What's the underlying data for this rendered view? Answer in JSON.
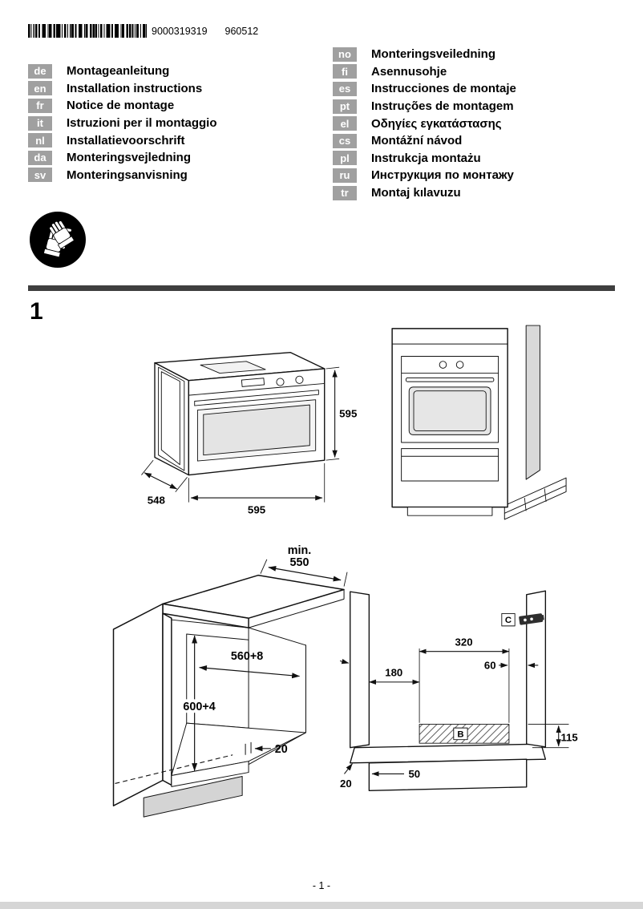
{
  "header": {
    "barcode_number": "9000319319",
    "print_code": "960512"
  },
  "languages": {
    "left": [
      {
        "code": "de",
        "label": "Montageanleitung"
      },
      {
        "code": "en",
        "label": "Installation instructions"
      },
      {
        "code": "fr",
        "label": "Notice de montage"
      },
      {
        "code": "it",
        "label": "Istruzioni per il montaggio"
      },
      {
        "code": "nl",
        "label": "Installatievoorschrift"
      },
      {
        "code": "da",
        "label": "Monteringsvejledning"
      },
      {
        "code": "sv",
        "label": "Monteringsanvisning"
      }
    ],
    "right": [
      {
        "code": "no",
        "label": "Monteringsveiledning"
      },
      {
        "code": "fi",
        "label": "Asennusohje"
      },
      {
        "code": "es",
        "label": "Instrucciones de montaje"
      },
      {
        "code": "pt",
        "label": "Instruções de montagem"
      },
      {
        "code": "el",
        "label": "Οδηγίες εγκατάστασης"
      },
      {
        "code": "cs",
        "label": "Montážní návod"
      },
      {
        "code": "pl",
        "label": "Instrukcja montażu"
      },
      {
        "code": "ru",
        "label": "Инструкция по монтажу"
      },
      {
        "code": "tr",
        "label": "Montaj kılavuzu"
      }
    ]
  },
  "section": {
    "number": "1"
  },
  "figures": {
    "oven": {
      "height": "595",
      "depth": "548",
      "width": "595"
    },
    "cabinet": {
      "min_label": "min.",
      "min_depth": "550",
      "cutout_width": "560+8",
      "cutout_height": "600+4",
      "step": "20"
    },
    "niche": {
      "rail_width": "320",
      "gap_right": "60",
      "gap_left": "180",
      "rail_height": "115",
      "plinth_inset": "50",
      "step": "20",
      "label_b": "B",
      "label_c": "C"
    }
  },
  "footer": {
    "page": "- 1 -"
  }
}
